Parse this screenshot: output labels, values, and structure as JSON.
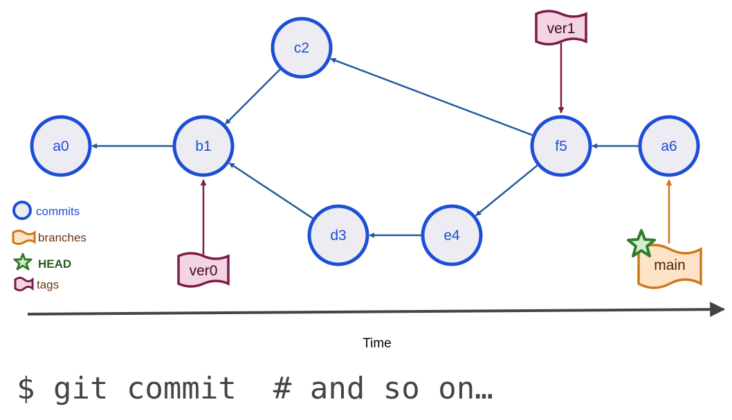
{
  "commits": [
    {
      "id": "a0"
    },
    {
      "id": "b1"
    },
    {
      "id": "c2"
    },
    {
      "id": "d3"
    },
    {
      "id": "e4"
    },
    {
      "id": "f5"
    },
    {
      "id": "a6"
    }
  ],
  "parent_edges": [
    {
      "from": "b1",
      "to": "a0"
    },
    {
      "from": "c2",
      "to": "b1"
    },
    {
      "from": "d3",
      "to": "b1"
    },
    {
      "from": "f5",
      "to": "c2"
    },
    {
      "from": "e4",
      "to": "d3"
    },
    {
      "from": "f5",
      "to": "e4"
    },
    {
      "from": "a6",
      "to": "f5"
    }
  ],
  "tags": [
    {
      "name": "ver0",
      "target": "b1"
    },
    {
      "name": "ver1",
      "target": "f5"
    }
  ],
  "branches": [
    {
      "name": "main",
      "target": "a6",
      "is_head": true
    }
  ],
  "legend": {
    "commits": "commits",
    "branches": "branches",
    "head": "HEAD",
    "tags": "tags"
  },
  "axis": {
    "label": "Time"
  },
  "command": "$ git commit  # and so on…",
  "colors": {
    "commit": "#1d4fd6",
    "commit_fill": "#ececf2",
    "edge": "#225a9e",
    "tag": "#7b1b47",
    "tag_fill": "#f4d3e3",
    "branch": "#cf7618",
    "branch_fill": "#fde3c7",
    "head": "#2f7d2b",
    "head_fill": "#d3efd1",
    "legend_branches_text": "#6b3410",
    "legend_head_text": "#2a5a1c",
    "legend_tags_text": "#6b3410"
  }
}
